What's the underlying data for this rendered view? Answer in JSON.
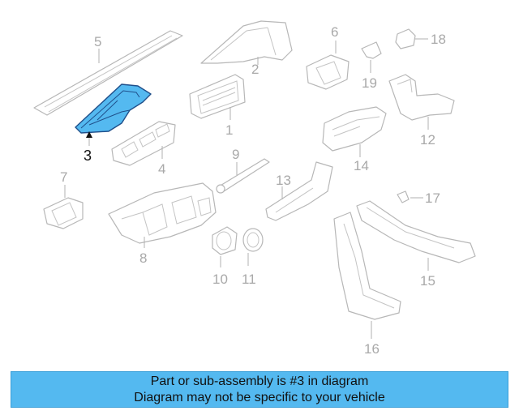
{
  "diagram": {
    "highlighted_part": "3",
    "part_labels": [
      "1",
      "2",
      "3",
      "4",
      "5",
      "6",
      "7",
      "8",
      "9",
      "10",
      "11",
      "12",
      "13",
      "14",
      "15",
      "16",
      "17",
      "18",
      "19"
    ]
  },
  "banner": {
    "line1": "Part or sub-assembly is #3 in diagram",
    "line2": "Diagram may not be specific to your vehicle"
  },
  "colors": {
    "highlight": "#54b9f0",
    "banner": "#54b9f0",
    "line_art": "#b7b7b7"
  }
}
